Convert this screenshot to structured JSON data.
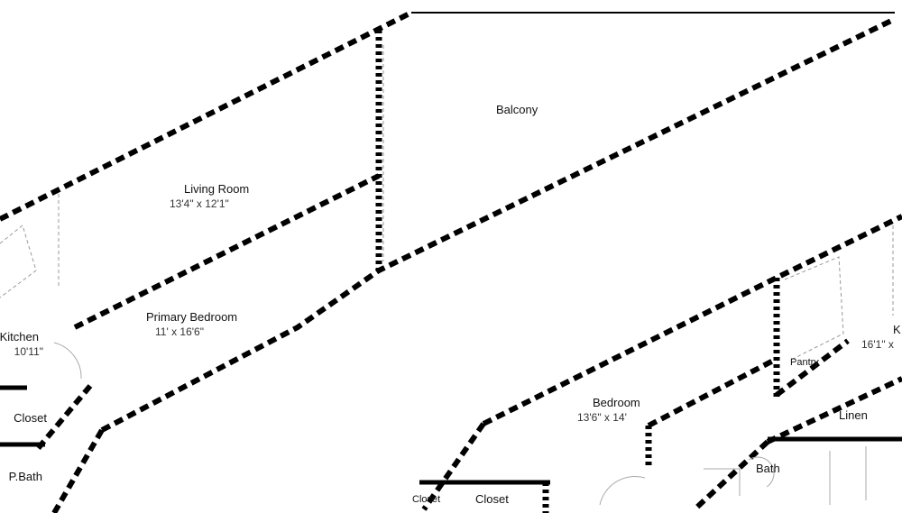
{
  "rooms": {
    "balcony": {
      "name": "Balcony"
    },
    "living_room": {
      "name": "Living Room",
      "dims": "13'4\" x 12'1\""
    },
    "primary_bedroom": {
      "name": "Primary Bedroom",
      "dims": "11' x 16'6\""
    },
    "kitchen_left": {
      "name": "Kitchen",
      "dims": "10'11\""
    },
    "closet_left": {
      "name": "Closet"
    },
    "primary_bath": {
      "name": "P.Bath"
    },
    "bedroom": {
      "name": "Bedroom",
      "dims": "13'6\" x 14'"
    },
    "pantry": {
      "name": "Pantry"
    },
    "kitchen_right": {
      "name": "K",
      "dims": "16'1\" x"
    },
    "linen": {
      "name": "Linen"
    },
    "bath": {
      "name": "Bath"
    },
    "closet_a": {
      "name": "Closet"
    },
    "closet_b": {
      "name": "Closet"
    }
  }
}
